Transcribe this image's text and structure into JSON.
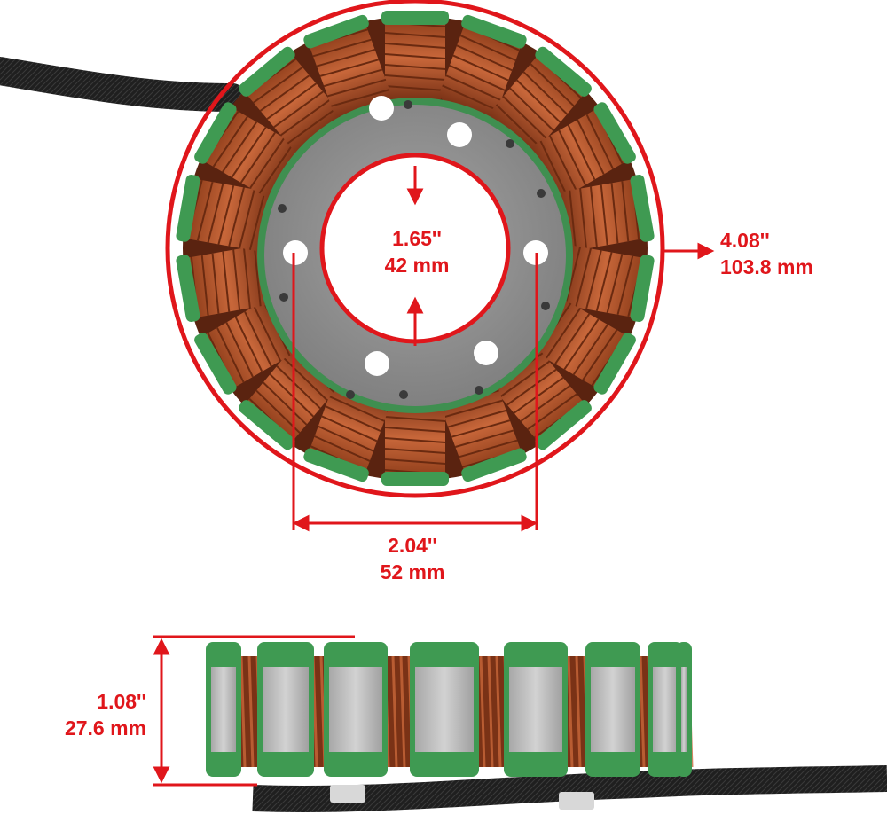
{
  "colors": {
    "dimension_red": "#e0161b",
    "copper": "#b5572c",
    "copper_dark": "#7a3216",
    "insulator_green": "#3f9a52",
    "steel_gray": "#8e8e8e",
    "cable_black": "#1e1e1e"
  },
  "dimensions": {
    "inner_diameter": {
      "inches": "1.65''",
      "mm": "42 mm"
    },
    "outer_diameter": {
      "inches": "4.08''",
      "mm": "103.8 mm"
    },
    "bolt_spacing": {
      "inches": "2.04''",
      "mm": "52 mm"
    },
    "stack_height": {
      "inches": "1.08''",
      "mm": "27.6 mm"
    }
  }
}
